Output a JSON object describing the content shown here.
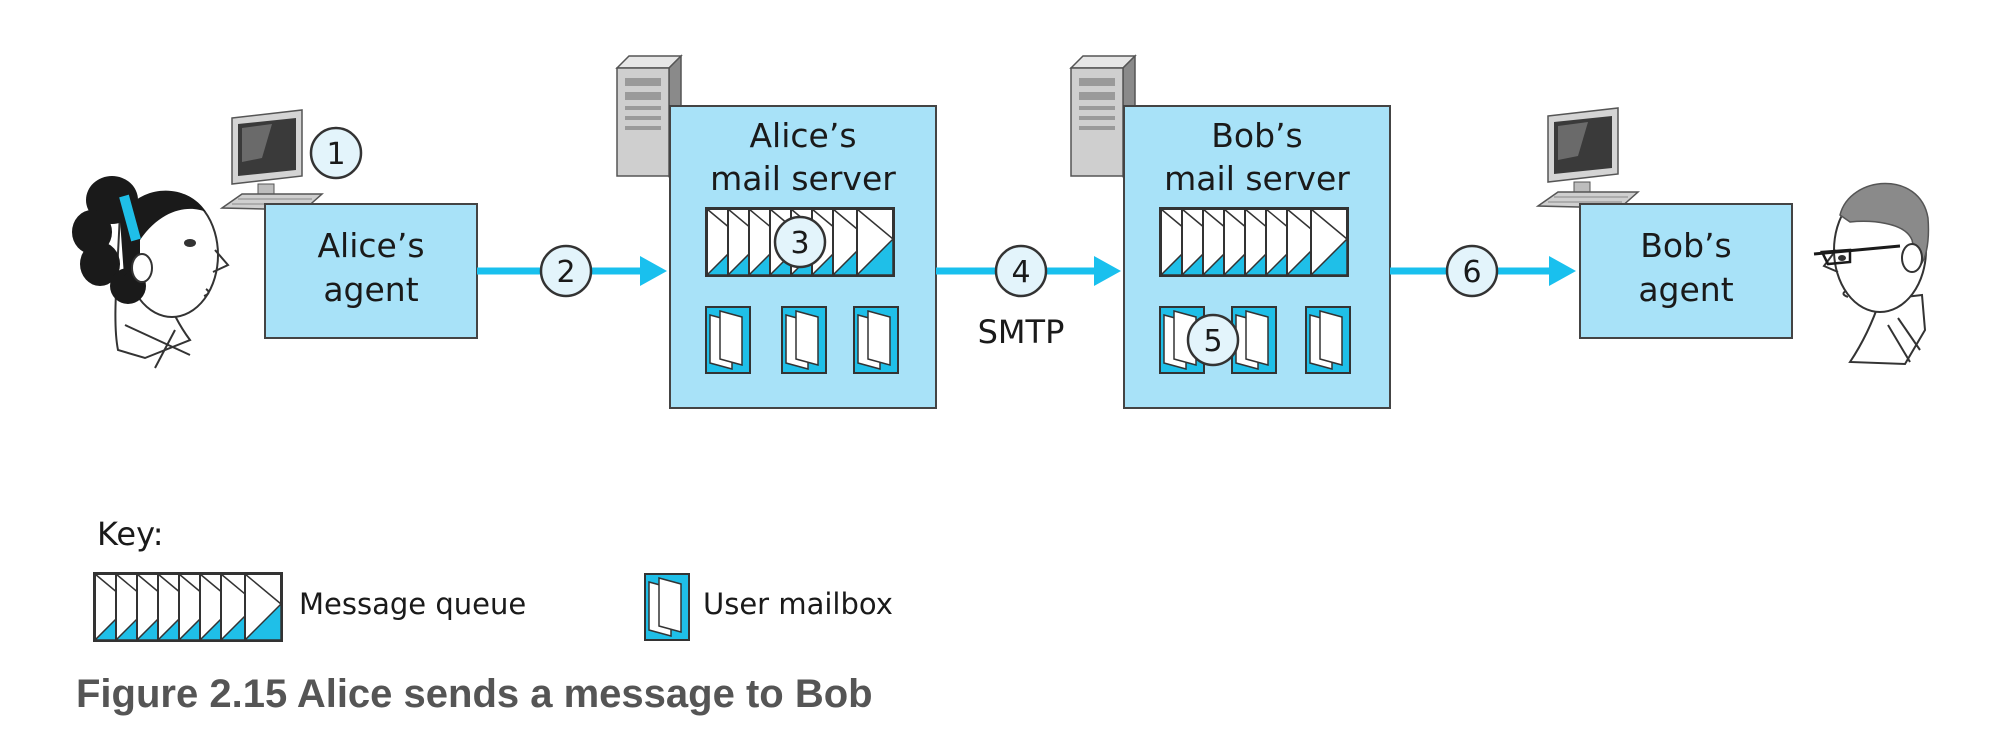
{
  "diagram": {
    "alice_agent": {
      "line1": "Alice’s",
      "line2": "agent"
    },
    "alice_server": {
      "line1": "Alice’s",
      "line2": "mail server"
    },
    "bob_server": {
      "line1": "Bob’s",
      "line2": "mail server"
    },
    "bob_agent": {
      "line1": "Bob’s",
      "line2": "agent"
    },
    "protocol_label": "SMTP",
    "steps": [
      "1",
      "2",
      "3",
      "4",
      "5",
      "6"
    ]
  },
  "key": {
    "title": "Key:",
    "message_queue": "Message queue",
    "user_mailbox": "User mailbox"
  },
  "caption": "Figure 2.15 Alice sends a message to Bob",
  "colors": {
    "box_fill": "#a8e2f8",
    "arrow": "#19c0ee",
    "message_triangle": "#1fbfe8",
    "step_circle_fill": "#e3f4fb",
    "outline": "#3a3a3a"
  }
}
